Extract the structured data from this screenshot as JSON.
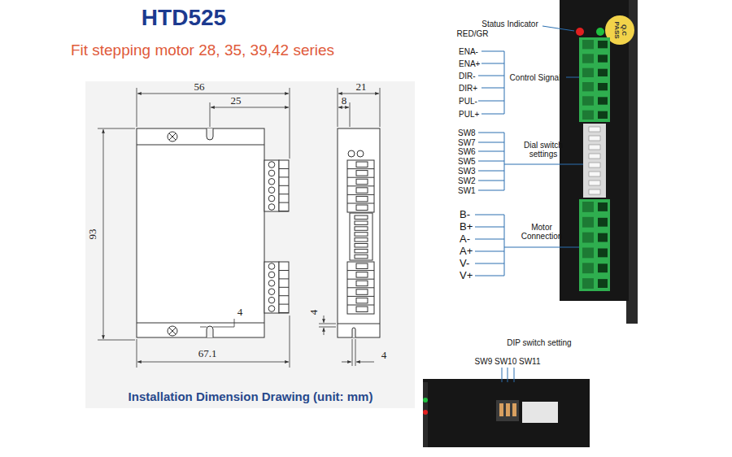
{
  "diagram": {
    "title": "HTD525",
    "caption": "Installation Dimension Drawing (unit: mm)",
    "labels": [
      "Fit stepping motor 28, 35, 39,42 series",
      "56",
      "25",
      "93",
      "67.1",
      "4",
      "21",
      "8",
      "4",
      "4",
      "RED/GR",
      "Status Indicator",
      "ENA-",
      "ENA+",
      "DIR-",
      "DIR+",
      "PUL-",
      "PUL+",
      "Control Signal",
      "SW8",
      "SW7",
      "SW6",
      "SW5",
      "SW3",
      "SW2",
      "SW1",
      "Dial switch settings",
      "B-",
      "B+",
      "A-",
      "A+",
      "V-",
      "V+",
      "Motor Connection",
      "DIP switch setting",
      "SW9 SW10 SW11",
      "Q.C PASS"
    ]
  }
}
